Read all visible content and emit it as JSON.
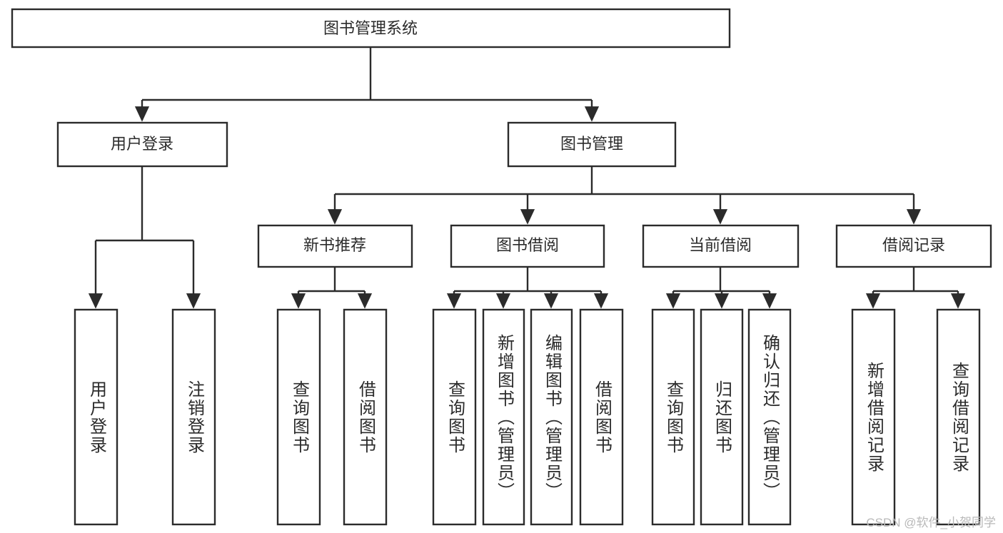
{
  "diagram": {
    "title": "图书管理系统",
    "watermark": "CSDN @软件_小贺同学",
    "colors": {
      "stroke": "#2b2b2b",
      "fill": "#ffffff",
      "background": "#ffffff",
      "watermark": "#b9b9b9"
    },
    "level1": {
      "root": "图书管理系统"
    },
    "level2": [
      {
        "id": "user-login",
        "label": "用户登录"
      },
      {
        "id": "book-management",
        "label": "图书管理"
      }
    ],
    "level3": [
      {
        "id": "new-book-recommend",
        "label": "新书推荐"
      },
      {
        "id": "book-borrow",
        "label": "图书借阅"
      },
      {
        "id": "current-borrow",
        "label": "当前借阅"
      },
      {
        "id": "borrow-record",
        "label": "借阅记录"
      }
    ],
    "leaves": {
      "user-login": [
        {
          "id": "leaf-user-login",
          "label": "用户登录"
        },
        {
          "id": "leaf-logout",
          "label": "注销登录"
        }
      ],
      "new-book-recommend": [
        {
          "id": "leaf-query-book-1",
          "label": "查询图书"
        },
        {
          "id": "leaf-borrow-book-1",
          "label": "借阅图书"
        }
      ],
      "book-borrow": [
        {
          "id": "leaf-query-book-2",
          "label": "查询图书"
        },
        {
          "id": "leaf-add-book",
          "label": "新增图书（管理员）"
        },
        {
          "id": "leaf-edit-book",
          "label": "编辑图书（管理员）"
        },
        {
          "id": "leaf-borrow-book-2",
          "label": "借阅图书"
        }
      ],
      "current-borrow": [
        {
          "id": "leaf-query-book-3",
          "label": "查询图书"
        },
        {
          "id": "leaf-return-book",
          "label": "归还图书"
        },
        {
          "id": "leaf-confirm-return",
          "label": "确认归还（管理员）"
        }
      ],
      "borrow-record": [
        {
          "id": "leaf-add-record",
          "label": "新增借阅记录"
        },
        {
          "id": "leaf-query-record",
          "label": "查询借阅记录"
        }
      ]
    }
  }
}
